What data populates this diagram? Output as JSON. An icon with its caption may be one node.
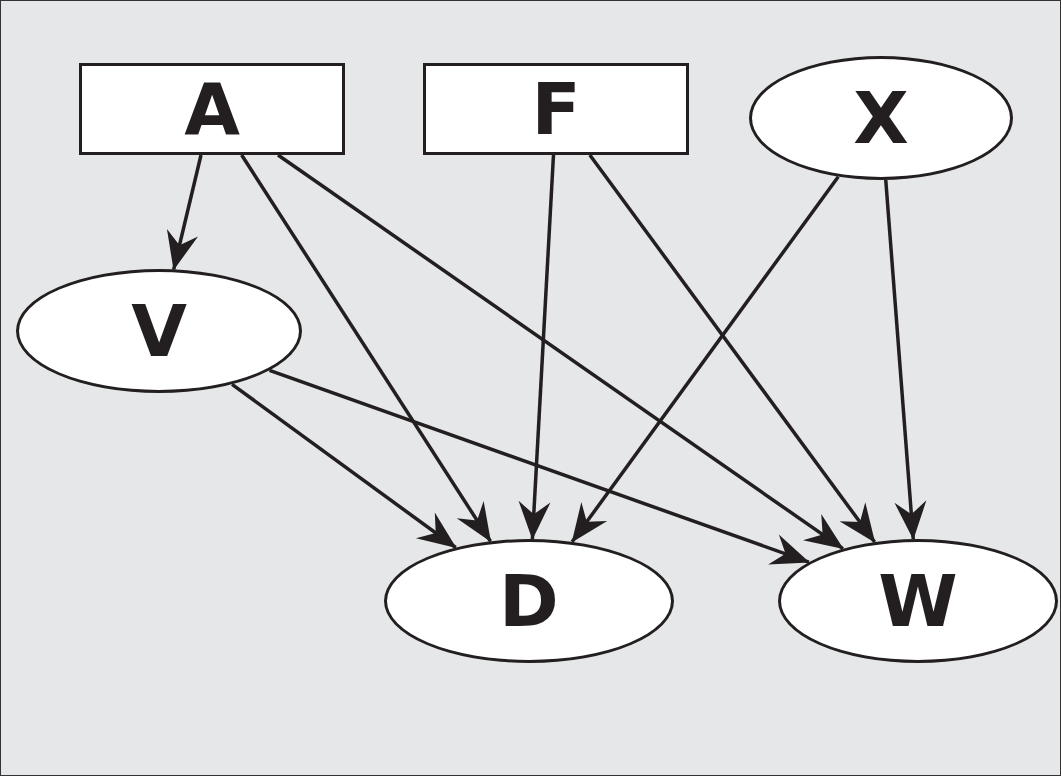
{
  "diagram": {
    "nodes": [
      {
        "text": [
          "A"
        ]
      },
      {
        "text": [
          "F"
        ]
      },
      {
        "text": [
          "X"
        ]
      },
      {
        "text": [
          "V"
        ]
      },
      {
        "text": [
          "D"
        ]
      },
      {
        "text": [
          "W"
        ]
      }
    ],
    "edges": [
      {
        "from": 0,
        "to": 3,
        "arrow": "to"
      },
      {
        "from": 0,
        "to": 4,
        "arrow": "to"
      },
      {
        "from": 0,
        "to": 5,
        "arrow": "to"
      },
      {
        "from": 1,
        "to": 4,
        "arrow": "to"
      },
      {
        "from": 1,
        "to": 5,
        "arrow": "to"
      },
      {
        "from": 2,
        "to": 4,
        "arrow": "to"
      },
      {
        "from": 2,
        "to": 5,
        "arrow": "to"
      },
      {
        "from": 3,
        "to": 4,
        "arrow": "to"
      },
      {
        "from": 3,
        "to": 5,
        "arrow": "to"
      }
    ]
  }
}
